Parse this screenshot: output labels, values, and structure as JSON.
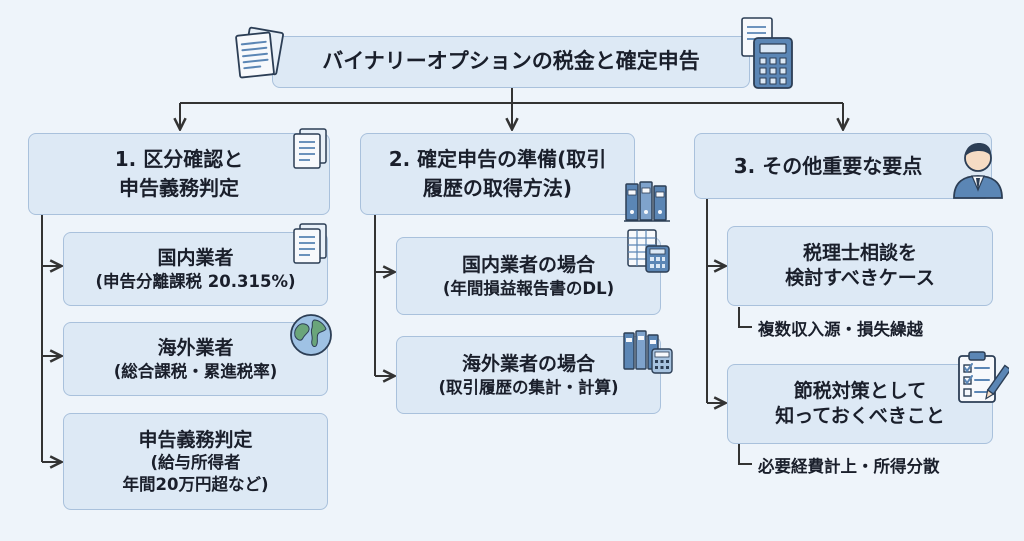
{
  "title": "バイナリーオプションの税金と確定申告",
  "columns": [
    {
      "heading": [
        "1. 区分確認と",
        "申告義務判定"
      ],
      "items": [
        {
          "main": "国内業者",
          "sub": [
            "(申告分離課税 20.315%)"
          ]
        },
        {
          "main": "海外業者",
          "sub": [
            "(総合課税・累進税率)"
          ]
        },
        {
          "main": "申告義務判定",
          "sub": [
            "(給与所得者",
            "年間20万円超など)"
          ]
        }
      ]
    },
    {
      "heading": [
        "2. 確定申告の準備(取引",
        "履歴の取得方法)"
      ],
      "items": [
        {
          "main": "国内業者の場合",
          "sub": [
            "(年間損益報告書のDL)"
          ]
        },
        {
          "main": "海外業者の場合",
          "sub": [
            "(取引履歴の集計・計算)"
          ]
        }
      ]
    },
    {
      "heading": [
        "3. その他重要な要点"
      ],
      "items": [
        {
          "main": [
            "税理士相談を",
            "検討すべきケース"
          ],
          "note": "複数収入源・損失繰越"
        },
        {
          "main": [
            "節税対策として",
            "知っておくべきこと"
          ],
          "note": "必要経費計上・所得分散"
        }
      ]
    }
  ],
  "icons": [
    "documents-icon",
    "calculator-icon",
    "document-icon",
    "globe-icon",
    "binders-icon",
    "spreadsheet-calculator-icon",
    "binders-calculator-icon",
    "businessman-icon",
    "checklist-icon"
  ],
  "colors": {
    "background": "#eef4fa",
    "box_fill": "#dde9f5",
    "box_border": "#a9c1dc",
    "connector": "#333333",
    "icon_blue": "#5b86b5"
  }
}
